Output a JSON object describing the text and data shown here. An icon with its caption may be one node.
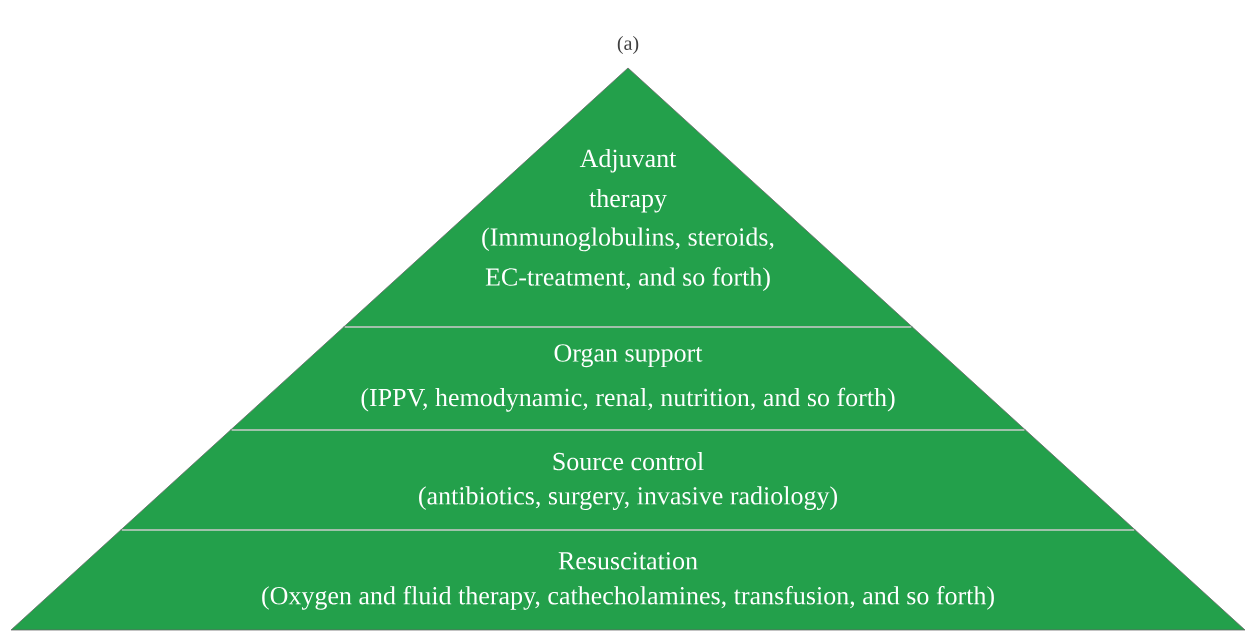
{
  "diagram": {
    "title": "(a)",
    "nodes": [
      {
        "text": [
          "Adjuvant therapy",
          "(Immunoglobulins, steroids, EC-treatment, and so forth)"
        ]
      },
      {
        "text": [
          "Organ support",
          "(IPPV, hemodynamic, renal, nutrition, and so forth)"
        ]
      },
      {
        "text": [
          "Source control",
          "(antibiotics, surgery, invasive radiology)"
        ]
      },
      {
        "text": [
          "Resuscitation",
          "(Oxygen and fluid therapy, cathecholamines, transfusion, and so forth)"
        ]
      }
    ]
  }
}
